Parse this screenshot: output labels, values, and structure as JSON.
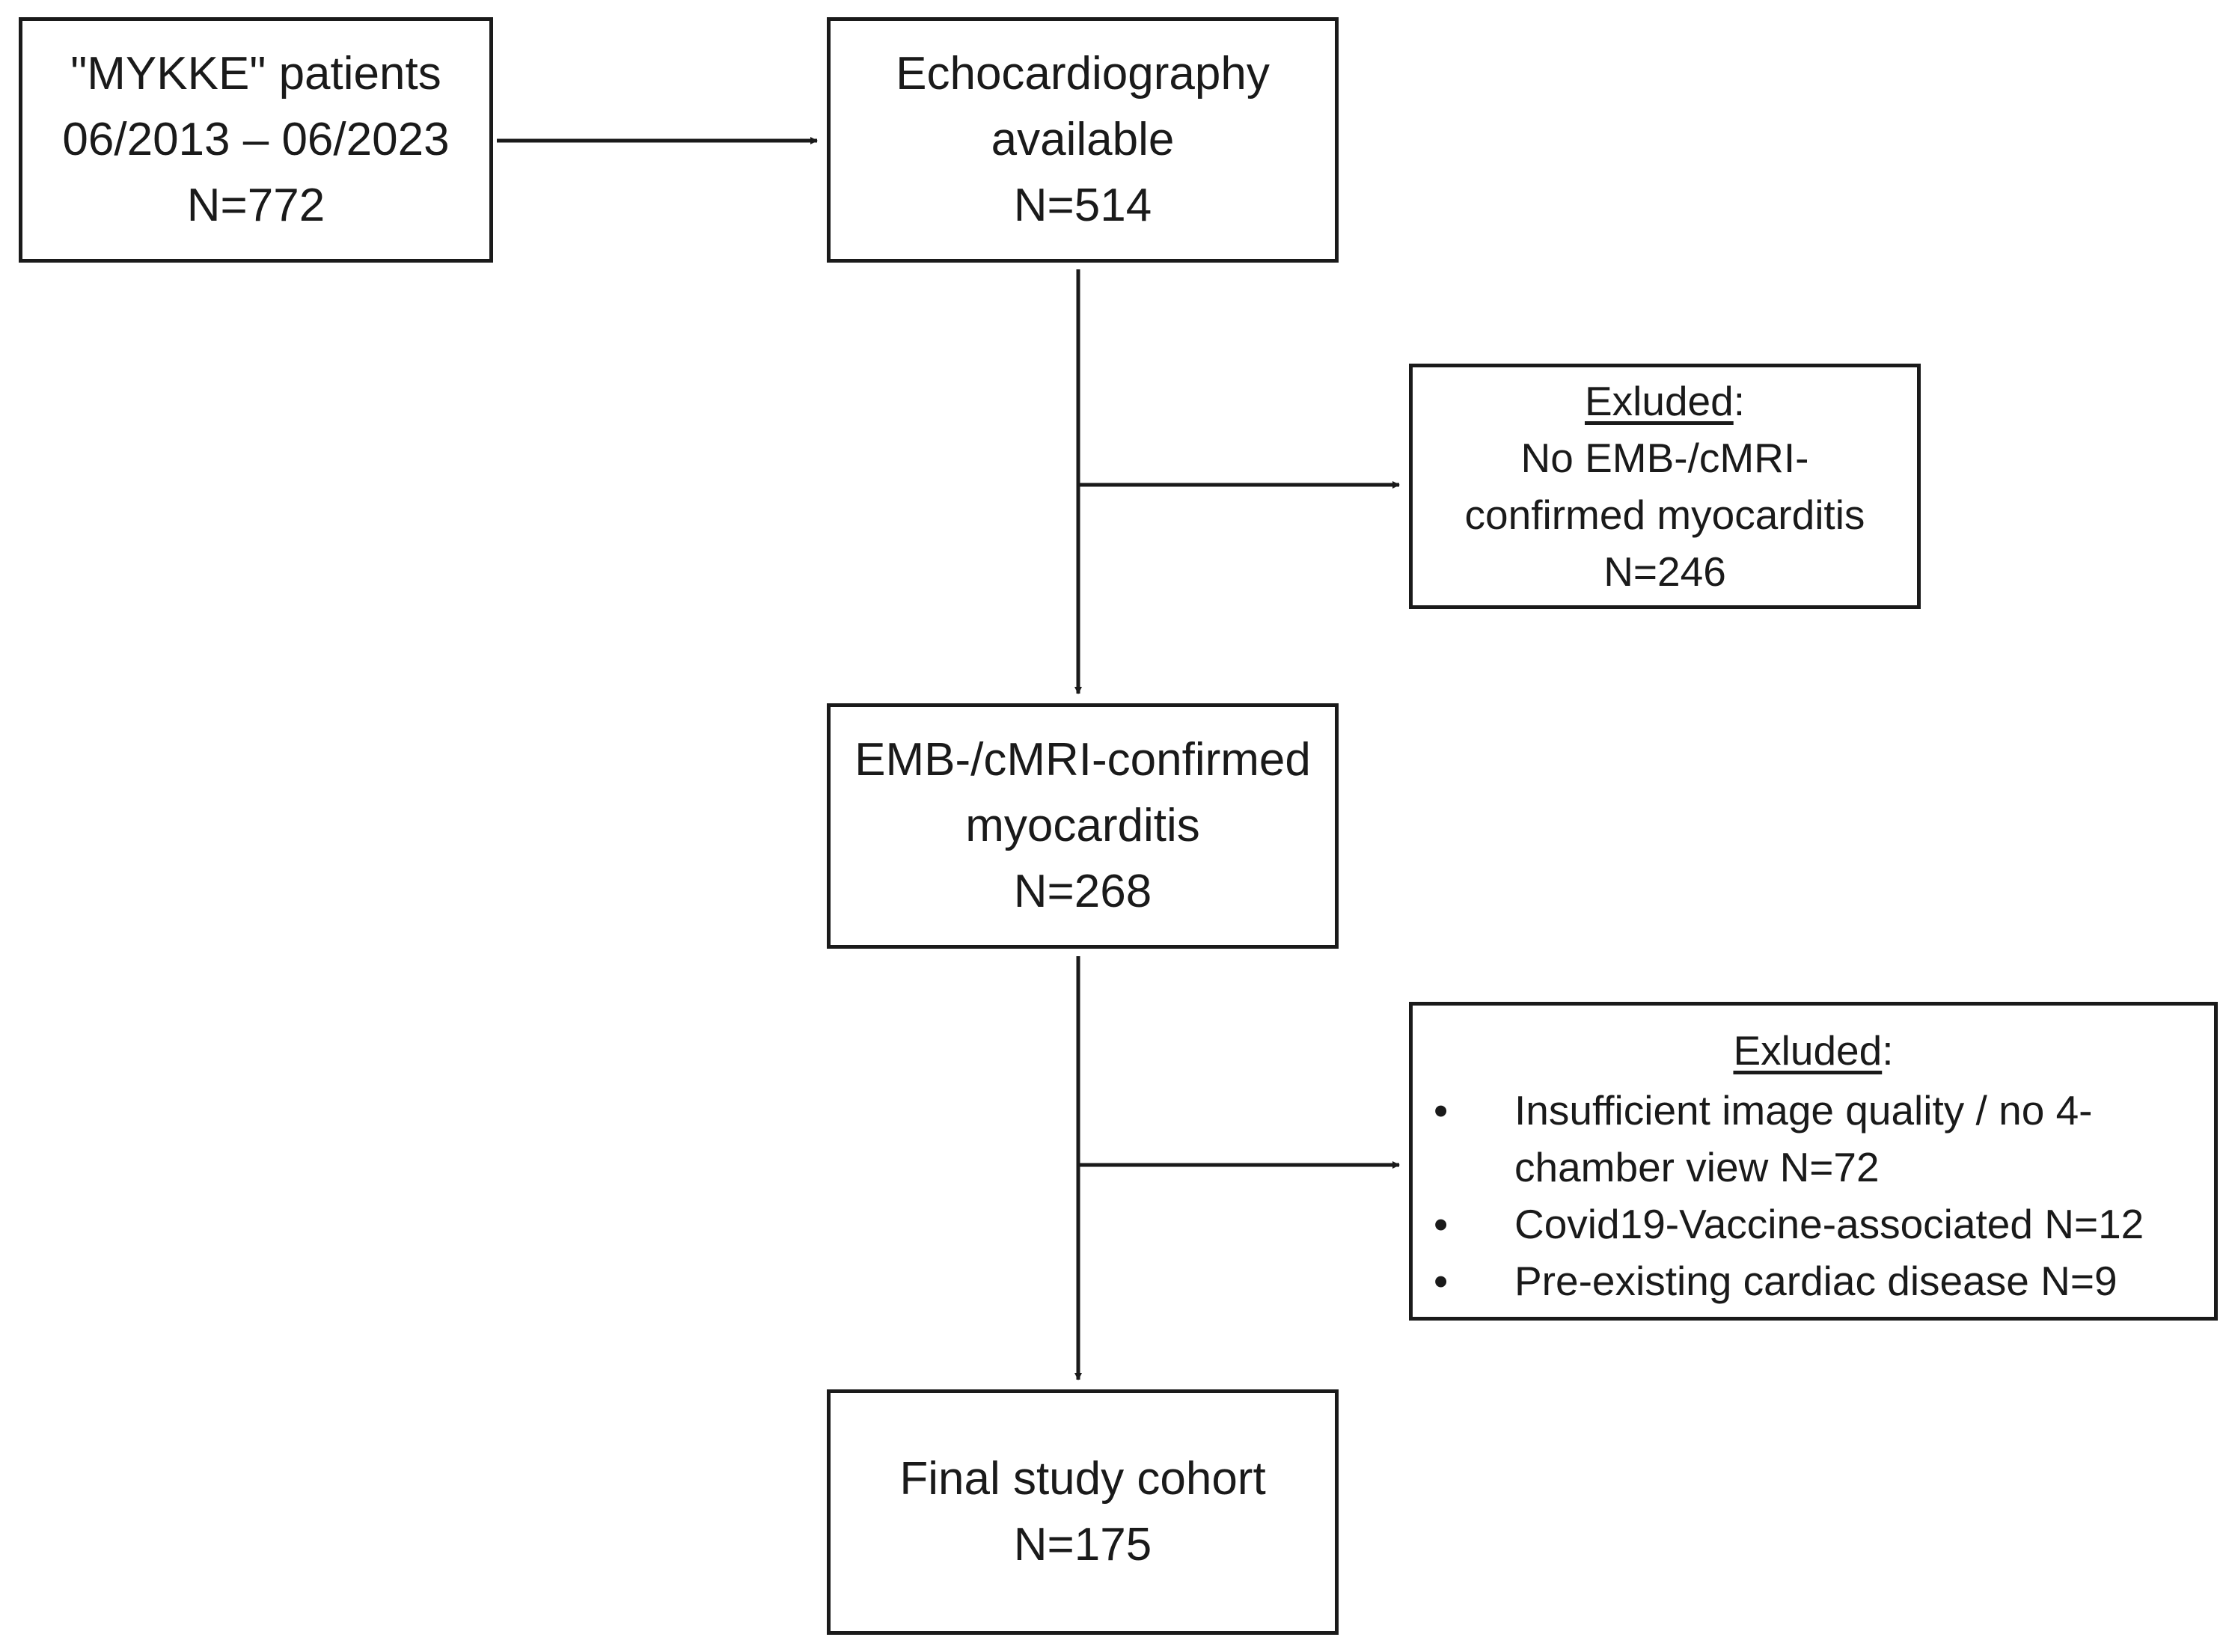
{
  "boxes": {
    "mykke": {
      "lines": [
        "\"MYKKE\" patients",
        "06/2013 – 06/2023",
        "N=772"
      ]
    },
    "echo": {
      "lines": [
        "Echocardiography",
        "available",
        "N=514"
      ]
    },
    "excluded1": {
      "heading": "Exluded",
      "colon": ":",
      "lines": [
        "No EMB-/cMRI-",
        "confirmed myocarditis",
        "N=246"
      ]
    },
    "confirmed": {
      "lines": [
        "EMB-/cMRI-confirmed",
        "myocarditis",
        "N=268"
      ]
    },
    "excluded2": {
      "heading": "Exluded",
      "colon": ":",
      "bullet": "•",
      "items": [
        {
          "lines": [
            "Insufficient image quality / no 4-",
            "chamber view N=72"
          ]
        },
        {
          "lines": [
            "Covid19-Vaccine-associated N=12"
          ]
        },
        {
          "lines": [
            "Pre-existing cardiac disease N=9"
          ]
        }
      ]
    },
    "final": {
      "lines": [
        "Final study cohort",
        "N=175"
      ]
    }
  },
  "colors": {
    "stroke": "#1a1a1a",
    "background": "#ffffff"
  }
}
